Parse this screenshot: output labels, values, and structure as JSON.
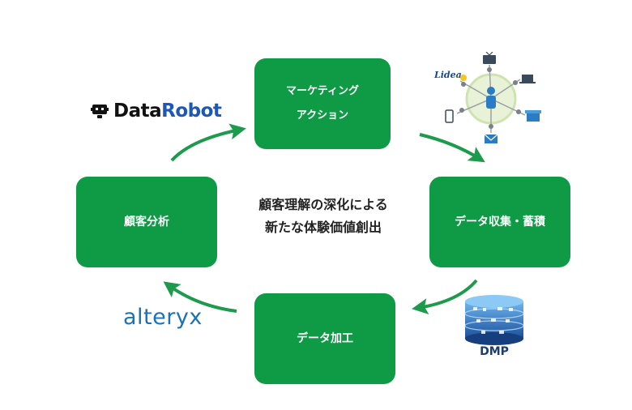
{
  "center": {
    "line1": "顧客理解の深化による",
    "line2": "新たな体験価値創出"
  },
  "boxes": {
    "marketing": {
      "line1": "マーケティング",
      "line2": "アクション"
    },
    "collect": {
      "label": "データ収集・蓄積"
    },
    "process": {
      "label": "データ加工"
    },
    "analysis": {
      "label": "顧客分析"
    }
  },
  "logos": {
    "datarobot_prefix": "Data",
    "datarobot_suffix": "Robot",
    "alteryx": "alteryx",
    "lidea": "Lidea",
    "dmp": "DMP"
  },
  "colors": {
    "box_green": "#0f9a45",
    "arrow_green": "#1c9b4c",
    "datarobot_blue": "#1c58b5",
    "alteryx_blue": "#1a72b8"
  },
  "icons": {
    "hub": [
      "person-icon",
      "tv-icon",
      "laptop-icon",
      "store-icon",
      "mail-icon",
      "phone-icon",
      "lightbulb-icon"
    ],
    "datarobot": "robot-icon",
    "dmp": "database-icon"
  }
}
